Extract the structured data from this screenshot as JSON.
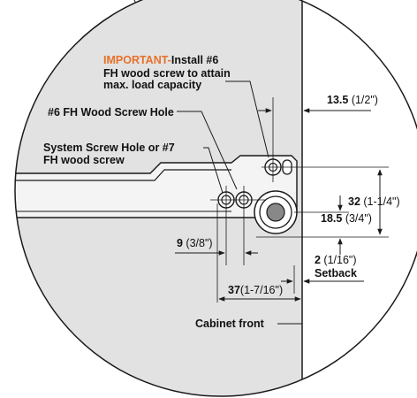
{
  "callout": {
    "important_prefix": "IMPORTANT-",
    "important_text": "Install #6",
    "line2": "FH wood screw to attain",
    "line3": "max. load capacity"
  },
  "labels": {
    "fh_hole": "#6 FH Wood Screw Hole",
    "system_line1": "System Screw Hole or #7",
    "system_line2": "FH wood screw",
    "cabinet_front": "Cabinet front",
    "setback": "Setback"
  },
  "dimensions": {
    "d_13_5": {
      "value": "13.5",
      "frac": " (1/2\")"
    },
    "d_32": {
      "value": "32",
      "frac": " (1-1/4\")"
    },
    "d_18_5": {
      "value": "18.5",
      "frac": " (3/4\")"
    },
    "d_9": {
      "value": "9",
      "frac": " (3/8\")"
    },
    "d_2": {
      "value": "2",
      "frac": " (1/16\")"
    },
    "d_37": {
      "value": "37",
      "frac": "(1-7/16\")"
    }
  },
  "colors": {
    "accent": "#e8702a",
    "panel": "#e2e2e2",
    "cabinet": "#ffffff",
    "line": "#1a1a1a"
  }
}
